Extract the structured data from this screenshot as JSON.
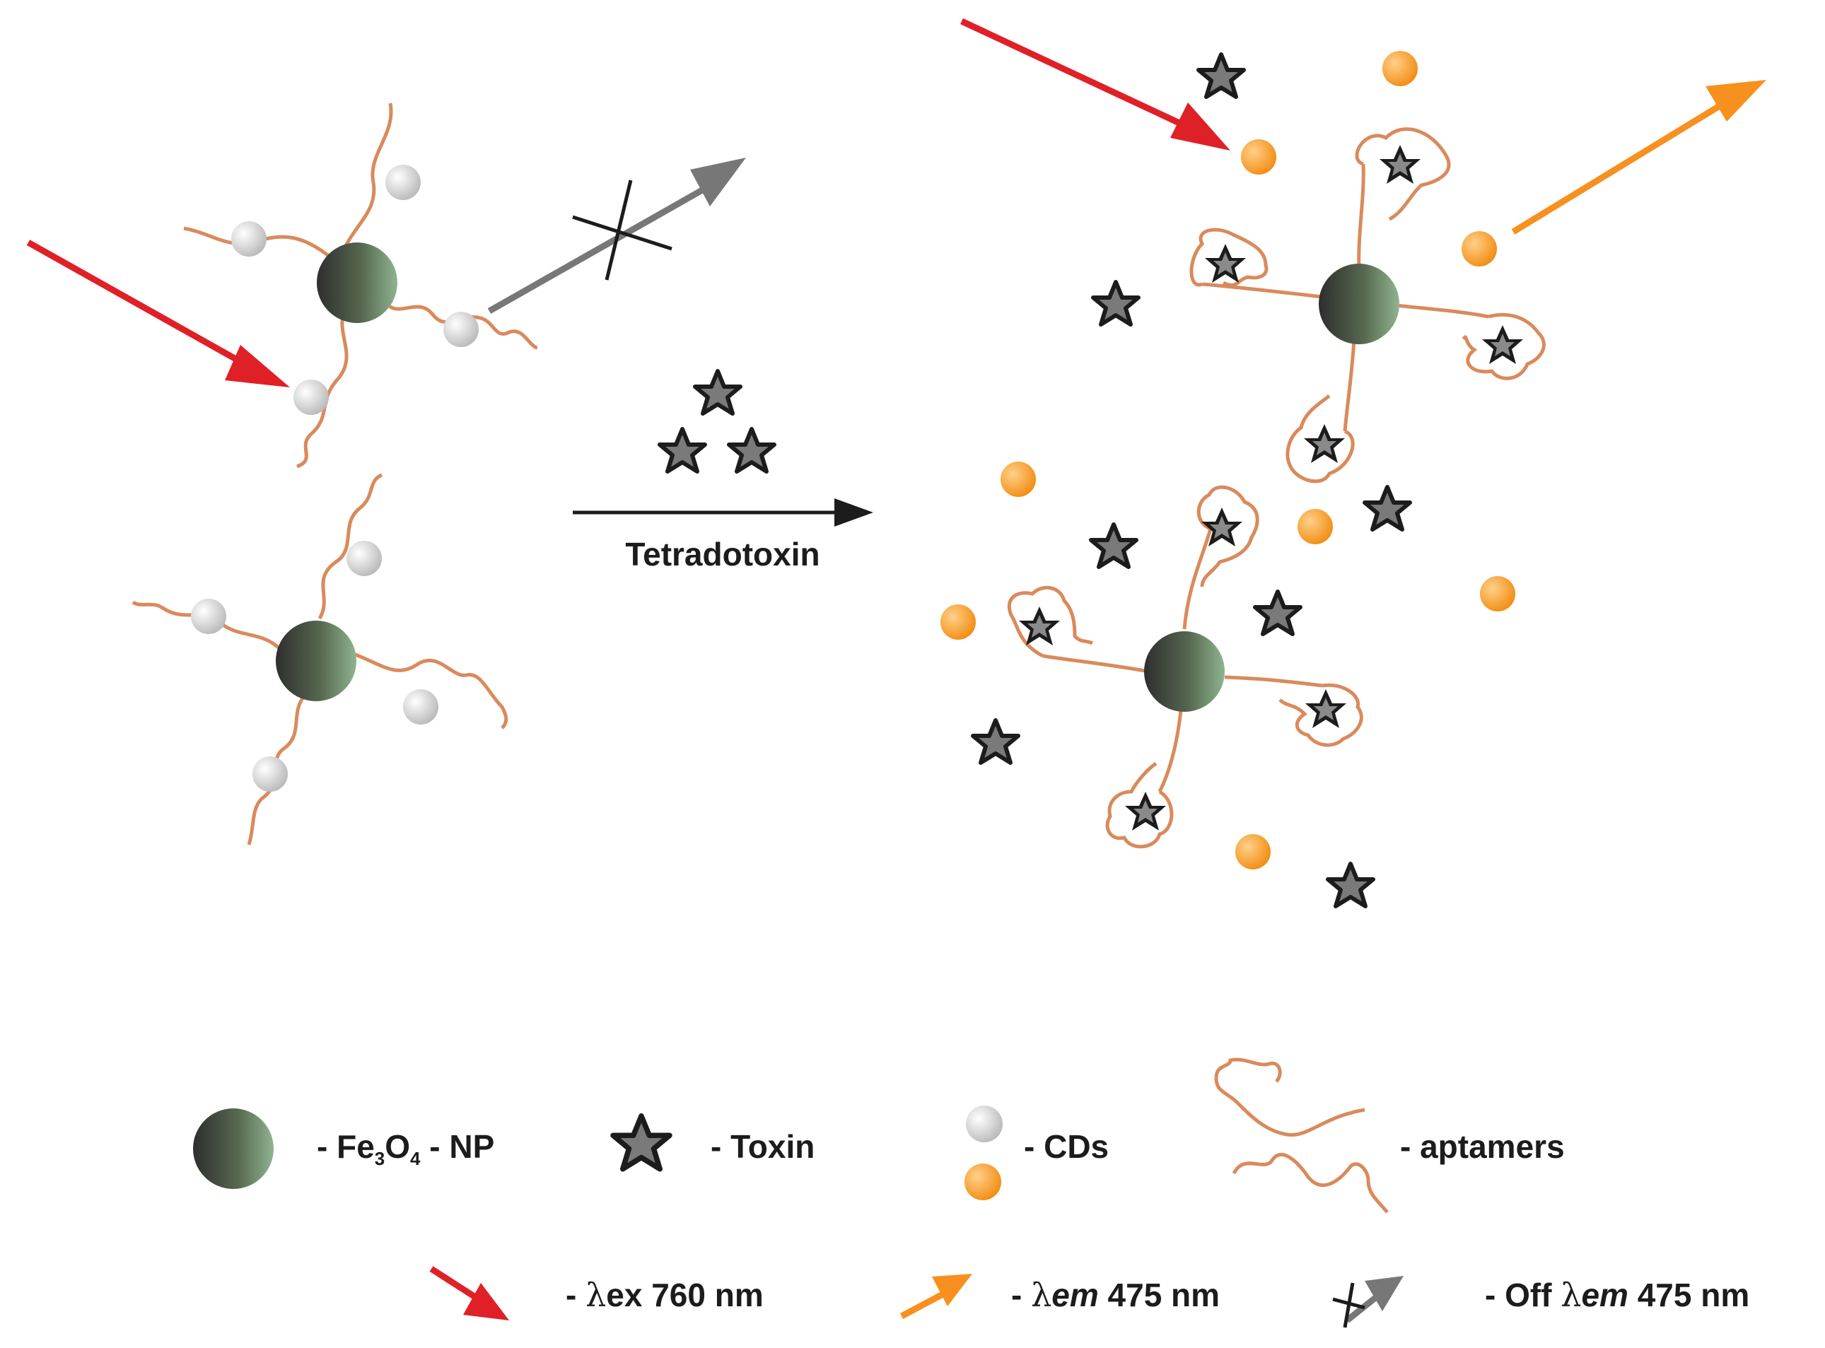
{
  "reaction_label": "Tetradotoxin",
  "legend": {
    "np_prefix": "- Fe",
    "np_sub1": "3",
    "np_mid": "O",
    "np_sub2": "4",
    "np_suffix": " - NP",
    "toxin": "- Toxin",
    "cds": "- CDs",
    "aptamers": "- aptamers",
    "ex_prefix": "- ",
    "ex_lambda": "λ",
    "ex_text": "ex 760 nm",
    "em_prefix": "- ",
    "em_lambda": "λ",
    "em_italic": "em",
    "em_text": " 475 nm",
    "off_prefix": "- Off ",
    "off_lambda": "λ",
    "off_italic": "em",
    "off_text": " 475 nm"
  },
  "colors": {
    "aptamer": "#d98a5c",
    "excitation_arrow": "#e02027",
    "emission_arrow": "#f7901e",
    "off_arrow": "#777777",
    "cd_off": "#cfcfcf",
    "cd_on": "#f7941d",
    "toxin": "#7a7a7a",
    "reaction_arrow": "#1c1c1c"
  },
  "icons": [
    "nanoparticle-icon",
    "toxin-star-icon",
    "carbon-dot-icon",
    "aptamer-icon",
    "red-arrow-icon",
    "orange-arrow-icon",
    "gray-arrow-icon",
    "cross-icon"
  ]
}
